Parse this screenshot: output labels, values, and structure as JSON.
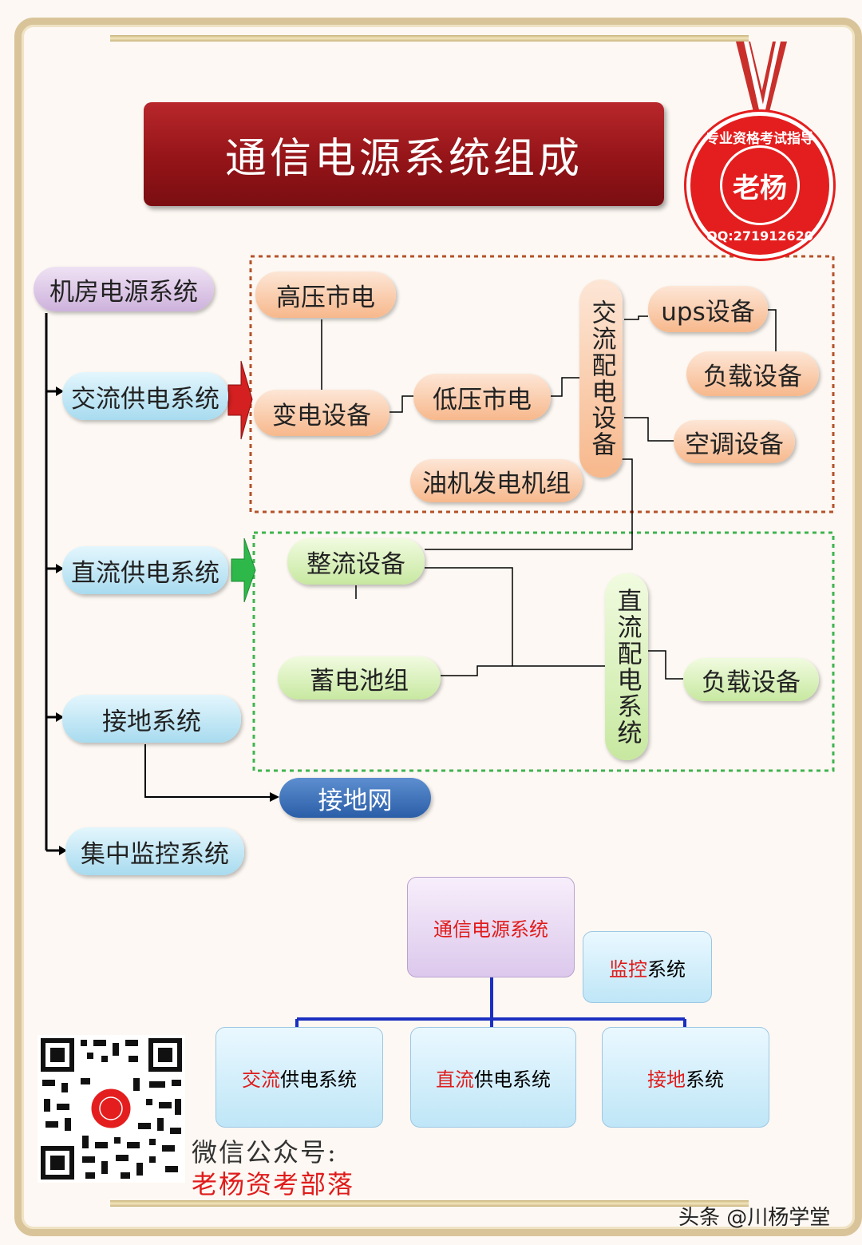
{
  "title": "通信电源系统组成",
  "seal": {
    "name": "老杨",
    "ring_text": "专业资格考试指导",
    "qq": "QQ:271912620"
  },
  "left": {
    "root": "机房电源系统",
    "ac": "交流供电系统",
    "dc": "直流供电系统",
    "ground": "接地系统",
    "monitor": "集中监控系统"
  },
  "ac_section": {
    "high_voltage": "高压市电",
    "transformer": "变电设备",
    "low_voltage": "低压市电",
    "diesel": "油机发电机组",
    "ac_dist": "交流配电设备",
    "ups": "ups设备",
    "load": "负载设备",
    "aircon": "空调设备"
  },
  "dc_section": {
    "rectifier": "整流设备",
    "battery": "蓄电池组",
    "dc_dist": "直流配电系统",
    "load": "负载设备"
  },
  "ground_net": "接地网",
  "org": {
    "root": "通信电源系统",
    "monitor_red": "监控",
    "monitor_black": "系统",
    "ac_red": "交流",
    "ac_black": "供电系统",
    "dc_red": "直流",
    "dc_black": "供电系统",
    "gnd_red": "接地",
    "gnd_black": "系统"
  },
  "footer": {
    "wechat_label": "微信公众号:",
    "wechat_name": "老杨资考部落",
    "watermark": "头条 @川杨学堂"
  },
  "colors": {
    "title_red": "#941418",
    "seal_red": "#e41e1e",
    "ac_dash": "#b5522a",
    "dc_dash": "#3fb34f",
    "org_line": "#1b2fc0"
  }
}
